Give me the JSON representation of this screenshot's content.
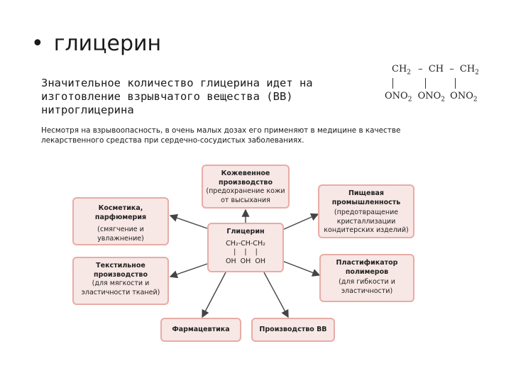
{
  "heading": {
    "bullet": "•",
    "title": "глицерин"
  },
  "intro": "Значительное количество глицерина идет на изготовление взрывчатого вещества (ВВ) нитроглицерина",
  "note": "Несмотря на взрывоопасность, в очень малых дозах его применяют в медицине в качестве лекарственного средства при сердечно-сосудистых заболеваниях.",
  "formula": {
    "c1": "CH",
    "c1_sub": "2",
    "dash1": "–",
    "c2": "CH",
    "dash2": "–",
    "c3": "CH",
    "c3_sub": "2",
    "g1": "ONO",
    "g1_sub": "2",
    "g2": "ONO",
    "g2_sub": "2",
    "g3": "ONO",
    "g3_sub": "2"
  },
  "diagram": {
    "center": {
      "title": "Глицерин",
      "formula": "CH₂-CH-CH₂",
      "bonds": "|    |    |",
      "groups": "OH  OH  OH"
    },
    "leather": {
      "title": "Кожевенное производство",
      "sub": "(предохранение кожи от высыхания"
    },
    "cosmetics": {
      "title": "Косметика, парфюмерия",
      "sub": "(смягчение и увлажнение)"
    },
    "food": {
      "title": "Пищевая промышленность",
      "sub": "(предотвращение кристаллизации кондитерских изделий)"
    },
    "textile": {
      "title": "Текстильное производство",
      "sub": "(для мягкости и эластичности тканей)"
    },
    "plastic": {
      "title": "Пластификатор полимеров",
      "sub": "(для гибкости и эластичности)"
    },
    "pharma": {
      "title": "Фармацевтика"
    },
    "explosives": {
      "title": "Производство ВВ"
    }
  },
  "colors": {
    "box_fill": "#f7e7e5",
    "box_border": "#e8aca6",
    "arrow": "#444444"
  }
}
